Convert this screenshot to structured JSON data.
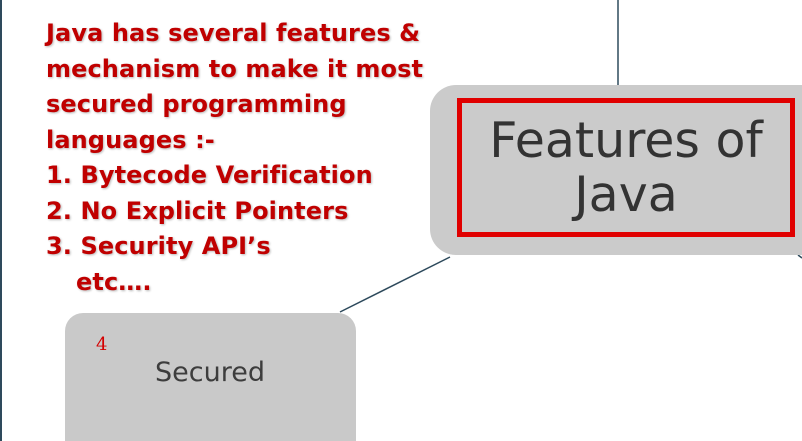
{
  "note": {
    "lines": [
      "Java has several features &",
      "mechanism to make it most",
      "secured programming",
      "languages :-",
      "1. Bytecode Verification",
      "2. No Explicit Pointers",
      "3. Security API’s",
      "etc…."
    ],
    "color": "#c00000"
  },
  "central_node": {
    "title_lines": [
      "Features of",
      "Java"
    ],
    "highlight_color": "#e00000"
  },
  "feature_node": {
    "number": "4",
    "label": "Secured"
  }
}
